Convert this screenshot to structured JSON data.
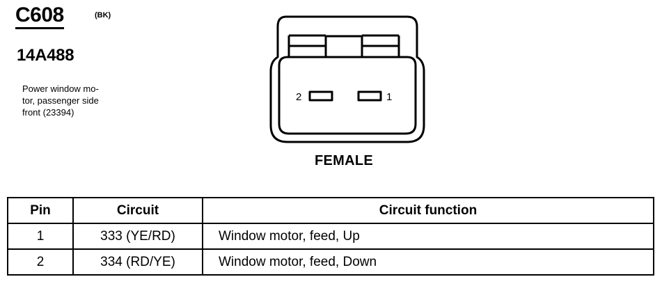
{
  "connector": {
    "id": "C608",
    "color": "(BK)",
    "part_number": "14A488",
    "description_lines": [
      "Power window mo-",
      "tor, passenger side",
      "front (23394)"
    ],
    "gender": "FEMALE",
    "pin_labels": {
      "left": "2",
      "right": "1"
    }
  },
  "table": {
    "headers": {
      "pin": "Pin",
      "circuit": "Circuit",
      "function": "Circuit function"
    },
    "rows": [
      {
        "pin": "1",
        "circuit": "333 (YE/RD)",
        "function": "Window motor, feed, Up"
      },
      {
        "pin": "2",
        "circuit": "334 (RD/YE)",
        "function": "Window motor, feed, Down"
      }
    ]
  }
}
